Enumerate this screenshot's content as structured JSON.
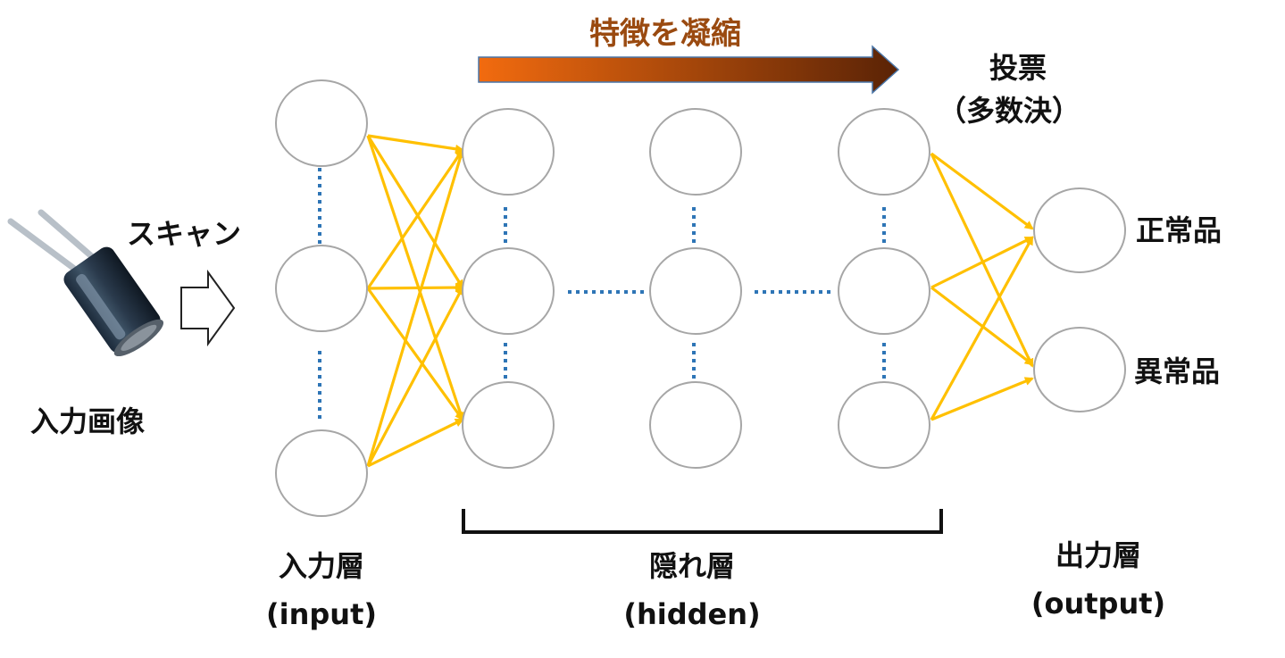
{
  "labels": {
    "feature_compression": "特徴を凝縮",
    "scan": "スキャン",
    "input_image": "入力画像",
    "vote": "投票",
    "vote_sub": "（多数決）",
    "normal": "正常品",
    "abnormal": "異常品",
    "input_layer": "入力層",
    "input_layer_en": "(input)",
    "hidden_layer": "隠れ層",
    "hidden_layer_en": "(hidden)",
    "output_layer": "出力層",
    "output_layer_en": "(output)"
  },
  "icons": {
    "input_image": "capacitor-icon",
    "scan_arrow": "hollow-right-arrow-icon",
    "compression_arrow": "gradient-right-arrow-icon"
  },
  "colors": {
    "node_stroke": "#a6a6a6",
    "edge": "#ffc000",
    "ellipsis_dots": "#2e75b6",
    "compression_arrow_start": "#f26b0f",
    "compression_arrow_end": "#5a2306",
    "compression_text": "#9a4a10",
    "bracket": "#111111"
  }
}
